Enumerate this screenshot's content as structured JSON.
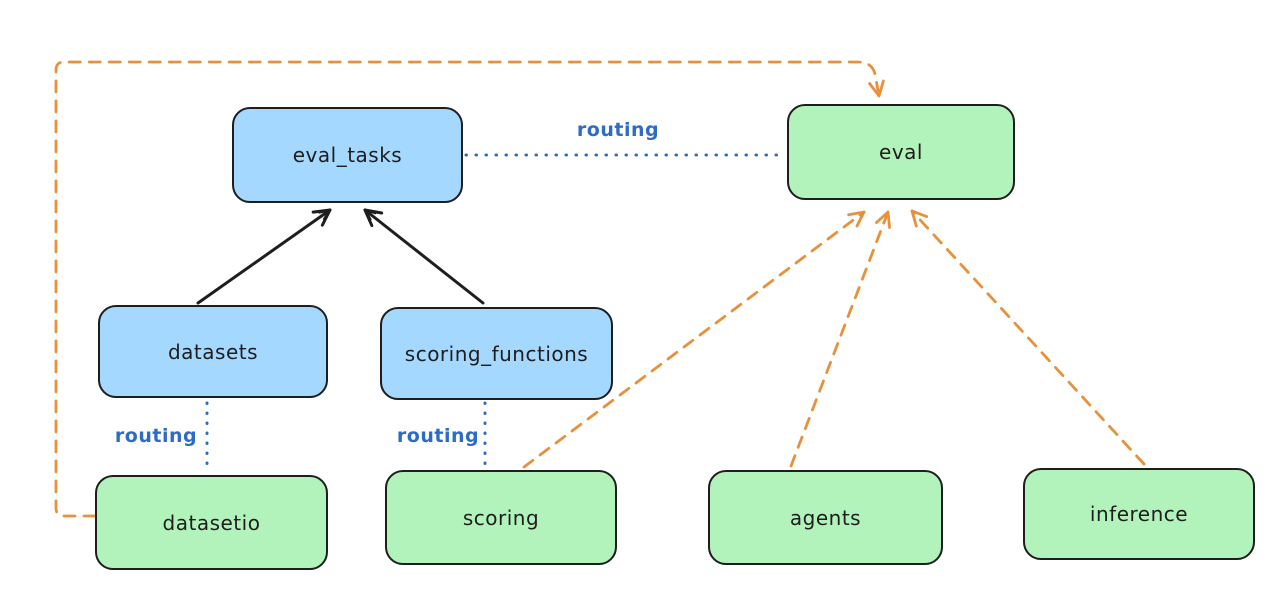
{
  "diagram": {
    "type": "node-graph",
    "background": "#ffffff",
    "palette": {
      "blue_fill": "#a5d8ff",
      "green_fill": "#b2f2bb",
      "stroke": "#1e1e1e",
      "orange_line": "#e8913c",
      "blue_line": "#2e6bc7"
    },
    "nodes": [
      {
        "id": "eval_tasks",
        "label": "eval_tasks",
        "fill": "blue"
      },
      {
        "id": "eval",
        "label": "eval",
        "fill": "green"
      },
      {
        "id": "datasets",
        "label": "datasets",
        "fill": "blue"
      },
      {
        "id": "scoring_functions",
        "label": "scoring_functions",
        "fill": "blue"
      },
      {
        "id": "datasetio",
        "label": "datasetio",
        "fill": "green"
      },
      {
        "id": "scoring",
        "label": "scoring",
        "fill": "green"
      },
      {
        "id": "agents",
        "label": "agents",
        "fill": "green"
      },
      {
        "id": "inference",
        "label": "inference",
        "fill": "green"
      }
    ],
    "edges": [
      {
        "from": "datasets",
        "to": "eval_tasks",
        "style": "solid",
        "color": "black",
        "arrow": true,
        "label": ""
      },
      {
        "from": "scoring_functions",
        "to": "eval_tasks",
        "style": "solid",
        "color": "black",
        "arrow": true,
        "label": ""
      },
      {
        "from": "eval_tasks",
        "to": "eval",
        "style": "dotted",
        "color": "blue",
        "arrow": false,
        "label": "routing"
      },
      {
        "from": "datasets",
        "to": "datasetio",
        "style": "dotted",
        "color": "blue",
        "arrow": false,
        "label": "routing"
      },
      {
        "from": "scoring_functions",
        "to": "scoring",
        "style": "dotted",
        "color": "blue",
        "arrow": false,
        "label": "routing"
      },
      {
        "from": "scoring",
        "to": "eval",
        "style": "dashed",
        "color": "orange",
        "arrow": true,
        "label": ""
      },
      {
        "from": "agents",
        "to": "eval",
        "style": "dashed",
        "color": "orange",
        "arrow": true,
        "label": ""
      },
      {
        "from": "inference",
        "to": "eval",
        "style": "dashed",
        "color": "orange",
        "arrow": true,
        "label": ""
      },
      {
        "from": "datasetio",
        "to": "eval",
        "style": "dashed",
        "color": "orange",
        "arrow": true,
        "label": "",
        "route": "around-left-and-top"
      }
    ]
  }
}
